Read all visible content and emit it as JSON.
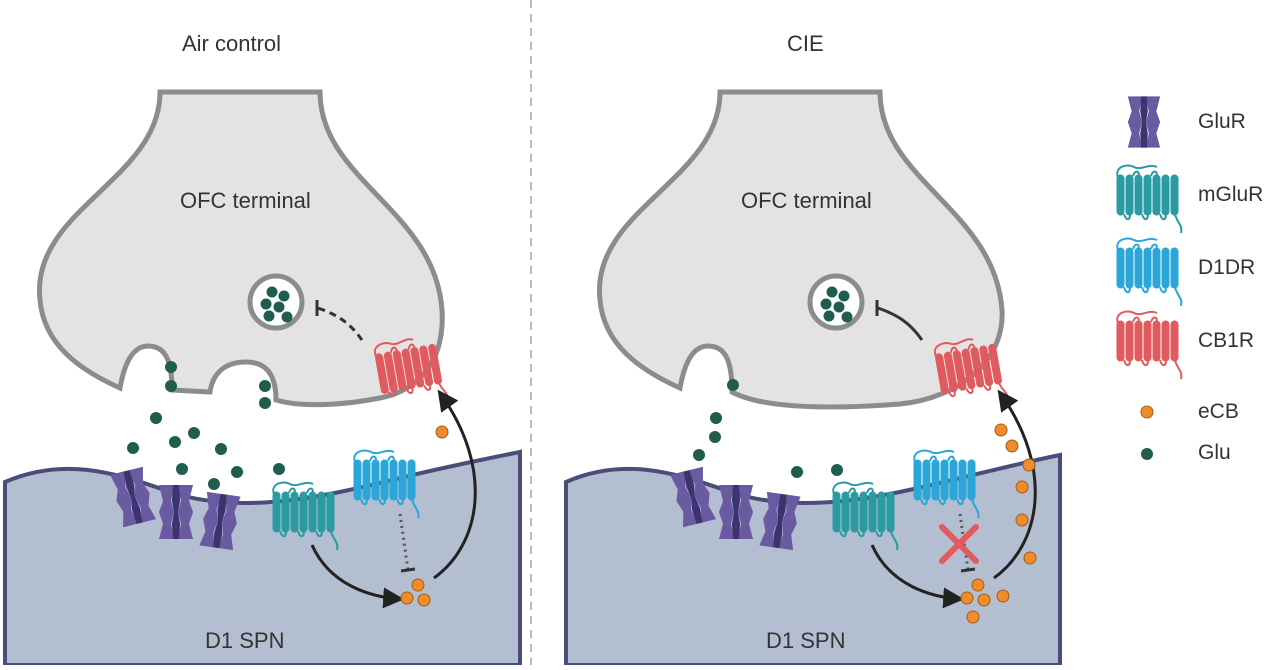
{
  "panels": [
    {
      "title": "Air control",
      "terminal_label": "OFC terminal",
      "neuron_label": "D1 SPN",
      "condition": "air"
    },
    {
      "title": "CIE",
      "terminal_label": "OFC terminal",
      "neuron_label": "D1 SPN",
      "condition": "cie"
    }
  ],
  "legend": [
    {
      "label": "GluR",
      "icon": "glur-icon",
      "color": "#6a5aa1"
    },
    {
      "label": "mGluR",
      "icon": "mglur-icon",
      "color": "#2a9aa3"
    },
    {
      "label": "D1DR",
      "icon": "d1dr-icon",
      "color": "#2aa7d8"
    },
    {
      "label": "CB1R",
      "icon": "cb1r-icon",
      "color": "#e05a5e"
    },
    {
      "label": "eCB",
      "icon": "ecb-dot-icon",
      "color": "#ef8c2b"
    },
    {
      "label": "Glu",
      "icon": "glu-dot-icon",
      "color": "#1f5e4f"
    }
  ],
  "colors": {
    "terminal_fill": "#e3e3e3",
    "terminal_stroke": "#8c8c8c",
    "neuron_fill": "#b3bfd1",
    "neuron_stroke": "#4a4d7a",
    "divider": "#bbbbbb"
  }
}
